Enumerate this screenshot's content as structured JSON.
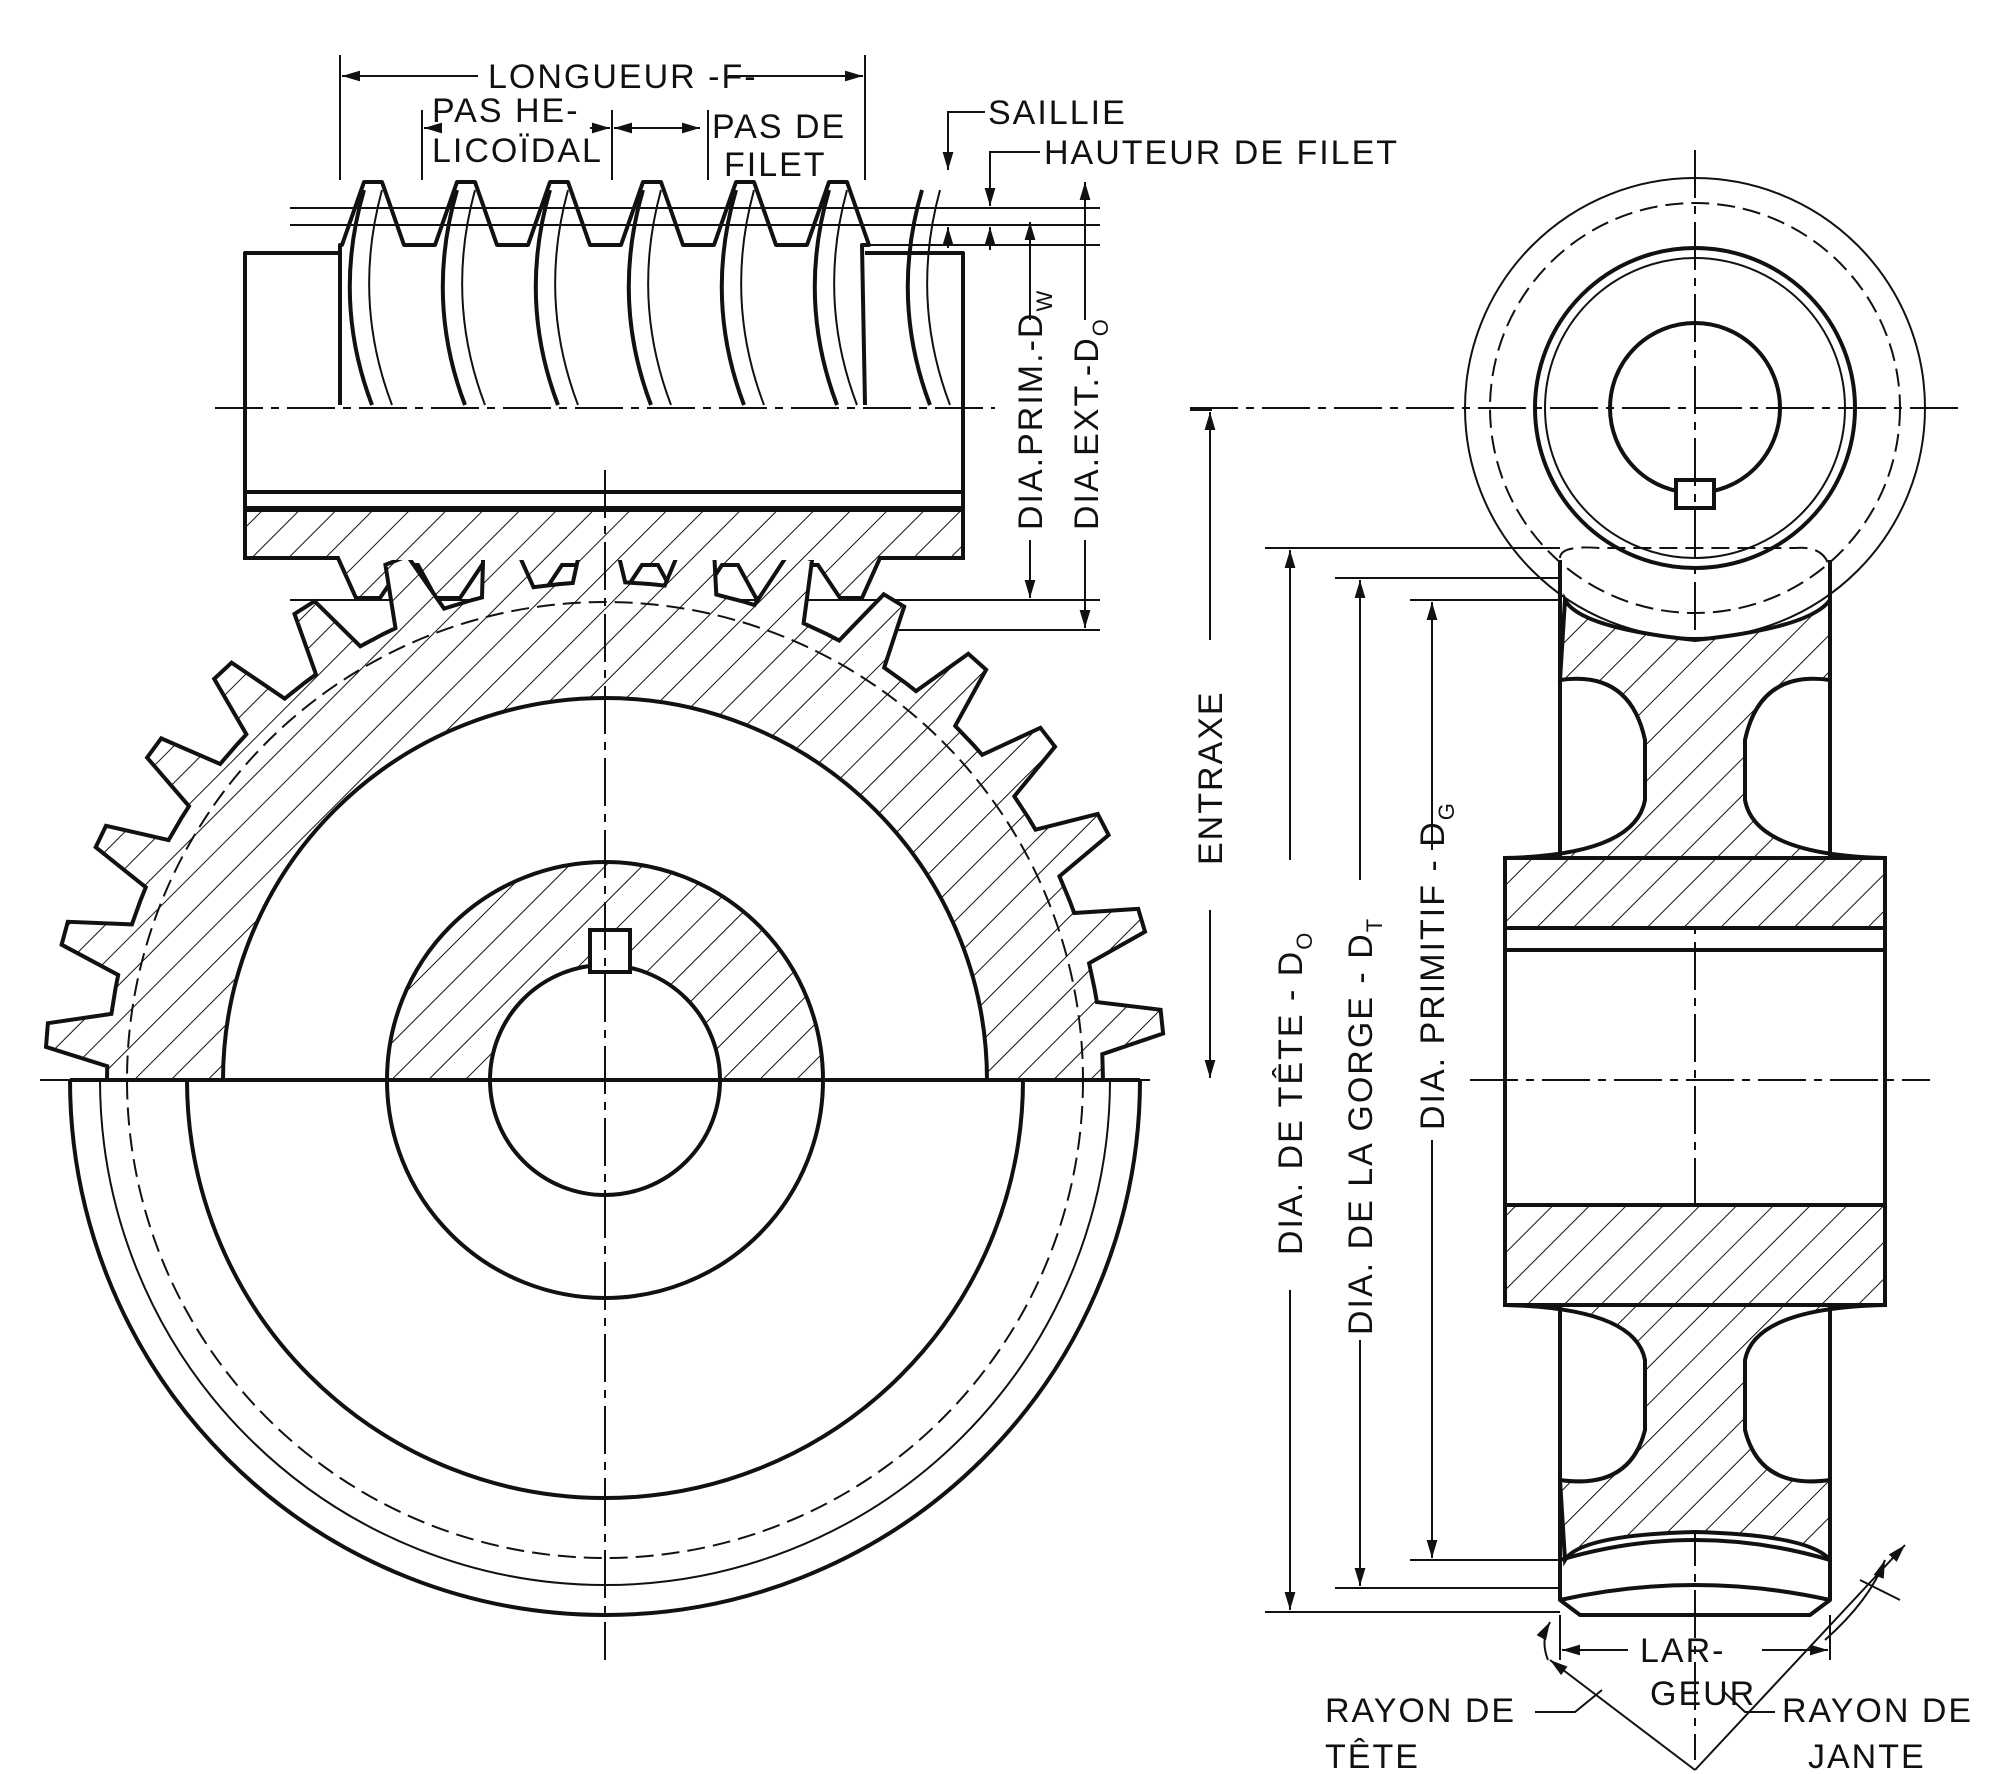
{
  "labels": {
    "longueur": "LONGUEUR -F-",
    "pas_helicoidal_1": "PAS HE-",
    "pas_helicoidal_2": "LICOÏDAL",
    "pas_de_filet_1": "PAS DE",
    "pas_de_filet_2": "FILET",
    "saillie": "SAILLIE",
    "hauteur_de_filet": "HAUTEUR DE FILET",
    "dia_prim": "DIA.PRIM.-D",
    "dia_prim_sub": "W",
    "dia_ext": "DIA.EXT.-D",
    "dia_ext_sub": "O",
    "entraxe": "ENTRAXE",
    "dia_tete": "DIA. DE TÊTE - D",
    "dia_tete_sub": "O",
    "dia_gorge": "DIA. DE LA GORGE - D",
    "dia_gorge_sub": "T",
    "dia_primitif": "DIA. PRIMITIF - D",
    "dia_primitif_sub": "G",
    "largeur_1": "LAR-",
    "largeur_2": "GEUR",
    "rayon_tete_1": "RAYON DE",
    "rayon_tete_2": "TÊTE",
    "rayon_jante_1": "RAYON DE",
    "rayon_jante_2": "JANTE"
  },
  "colors": {
    "ink": "#111111",
    "paper": "#ffffff"
  }
}
